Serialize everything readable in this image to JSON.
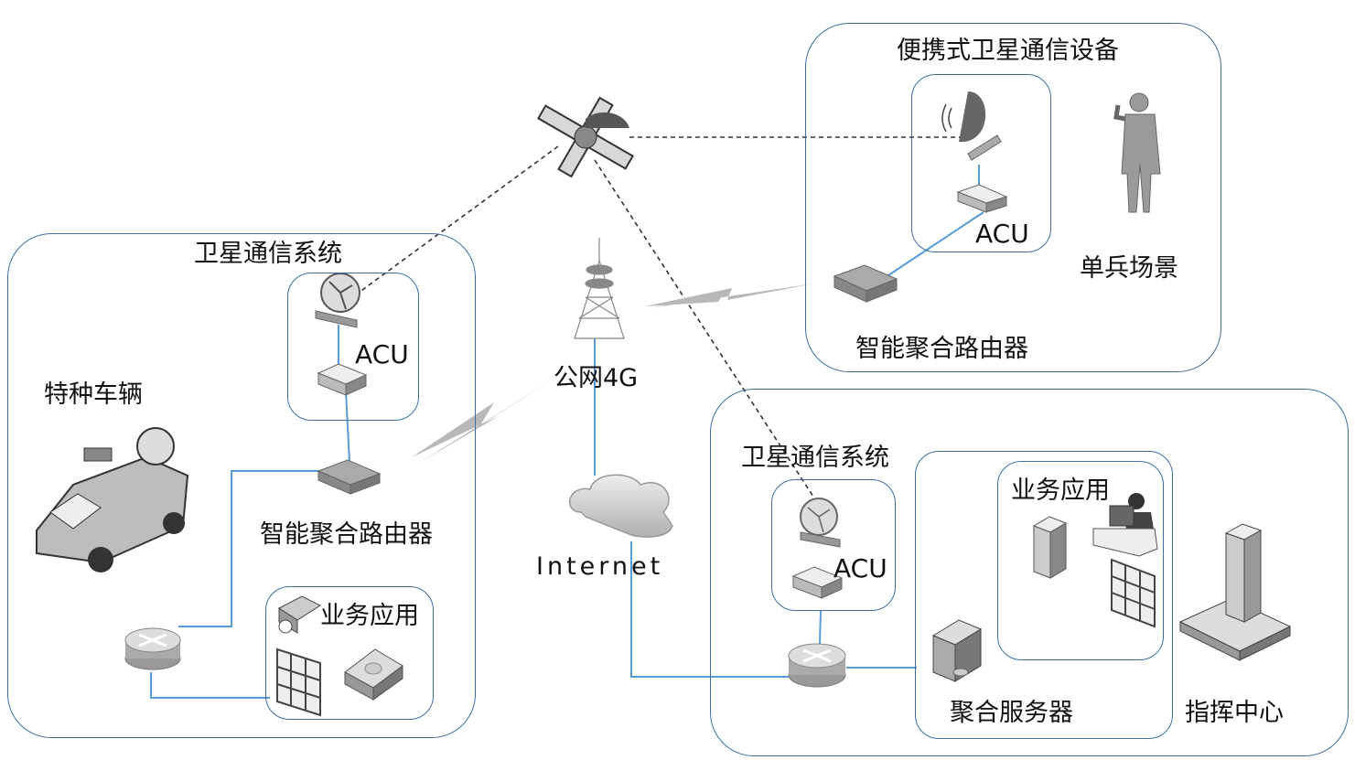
{
  "diagram": {
    "colors": {
      "box_border": "#3f6f9f",
      "wire": "#5b9bd5",
      "satellite_link": "#333333",
      "wireless": "#b8b8b8",
      "device_fill": "#c8c8c8",
      "device_dark": "#7a7a7a"
    },
    "vehicle_zone": {
      "title": "卫星通信系统",
      "scenario_label": "特种车辆",
      "acu_label": "ACU",
      "router_label": "智能聚合路由器",
      "apps_label": "业务应用"
    },
    "portable_zone": {
      "title": "便携式卫星通信设备",
      "acu_label": "ACU",
      "scenario_label": "单兵场景",
      "router_label": "智能聚合路由器"
    },
    "public_network": {
      "tower_label": "公网4G",
      "cloud_label": "Internet"
    },
    "command_zone": {
      "sat_system_label": "卫星通信系统",
      "acu_label": "ACU",
      "apps_label": "业务应用",
      "server_label": "聚合服务器",
      "scenario_label": "指挥中心"
    }
  }
}
